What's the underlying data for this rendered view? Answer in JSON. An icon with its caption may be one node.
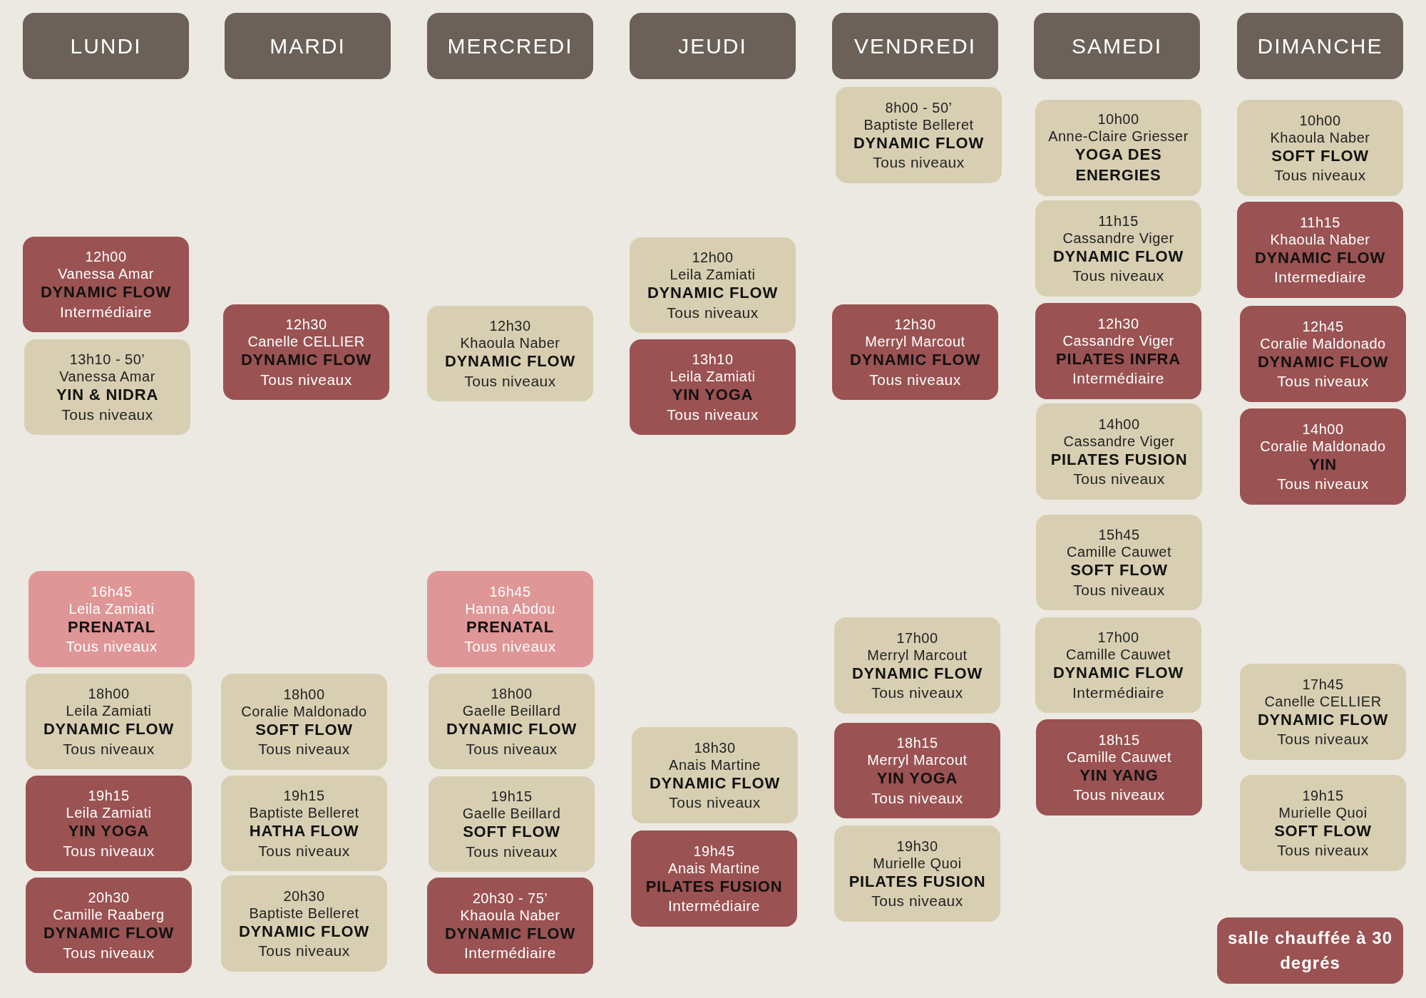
{
  "diagram": {
    "nodes": [
      {
        "text": [
          "LUNDI"
        ]
      },
      {
        "text": [
          "MARDI"
        ]
      },
      {
        "text": [
          "MERCREDI"
        ]
      },
      {
        "text": [
          "JEUDI"
        ]
      },
      {
        "text": [
          "VENDREDI"
        ]
      },
      {
        "text": [
          "SAMEDI"
        ]
      },
      {
        "text": [
          "DIMANCHE"
        ]
      },
      {
        "text": [
          "12h00",
          "Vanessa Amar",
          "DYNAMIC FLOW",
          "Intermédiaire"
        ]
      },
      {
        "text": [
          "13h10 - 50’",
          "Vanessa Amar",
          "YIN & NIDRA",
          "Tous niveaux"
        ]
      },
      {
        "text": [
          "16h45",
          "Leila Zamiati",
          "PRENATAL",
          "Tous niveaux"
        ]
      },
      {
        "text": [
          "18h00",
          "Leila Zamiati",
          "DYNAMIC FLOW",
          "Tous niveaux"
        ]
      },
      {
        "text": [
          "19h15",
          "Leila Zamiati",
          "YIN YOGA",
          "Tous niveaux"
        ]
      },
      {
        "text": [
          "20h30",
          "Camille Raaberg",
          "DYNAMIC FLOW",
          "Tous niveaux"
        ]
      },
      {
        "text": [
          "12h30",
          "Canelle CELLIER",
          "DYNAMIC FLOW",
          "Tous niveaux"
        ]
      },
      {
        "text": [
          "18h00",
          "Coralie Maldonado",
          "SOFT FLOW",
          "Tous niveaux"
        ]
      },
      {
        "text": [
          "19h15",
          "Baptiste Belleret",
          "HATHA  FLOW",
          "Tous niveaux"
        ]
      },
      {
        "text": [
          "20h30",
          "Baptiste Belleret",
          "DYNAMIC FLOW",
          "Tous niveaux"
        ]
      },
      {
        "text": [
          "12h30",
          "Khaoula Naber",
          "DYNAMIC FLOW",
          "Tous niveaux"
        ]
      },
      {
        "text": [
          "16h45",
          "Hanna Abdou",
          "PRENATAL",
          "Tous niveaux"
        ]
      },
      {
        "text": [
          "18h00",
          "Gaelle Beillard",
          "DYNAMIC FLOW",
          "Tous niveaux"
        ]
      },
      {
        "text": [
          "19h15",
          "Gaelle Beillard",
          "SOFT FLOW",
          "Tous niveaux"
        ]
      },
      {
        "text": [
          "20h30 - 75’",
          "Khaoula Naber",
          "DYNAMIC FLOW",
          "Intermédiaire"
        ]
      },
      {
        "text": [
          "12h00",
          "Leila Zamiati",
          "DYNAMIC FLOW",
          "Tous niveaux"
        ]
      },
      {
        "text": [
          "13h10",
          "Leila Zamiati",
          "YIN YOGA",
          "Tous niveaux"
        ]
      },
      {
        "text": [
          "18h30",
          "Anais Martine",
          "DYNAMIC FLOW",
          "Tous niveaux"
        ]
      },
      {
        "text": [
          "19h45",
          "Anais Martine",
          "PILATES FUSION",
          "Intermédiaire"
        ]
      },
      {
        "text": [
          "8h00 - 50’",
          "Baptiste Belleret",
          "DYNAMIC FLOW",
          "Tous niveaux"
        ]
      },
      {
        "text": [
          "12h30",
          "Merryl Marcout",
          "DYNAMIC FLOW",
          "Tous niveaux"
        ]
      },
      {
        "text": [
          "17h00",
          "Merryl Marcout",
          "DYNAMIC FLOW",
          "Tous niveaux"
        ]
      },
      {
        "text": [
          "18h15",
          "Merryl Marcout",
          "YIN YOGA",
          "Tous niveaux"
        ]
      },
      {
        "text": [
          "19h30",
          "Murielle Quoi",
          "PILATES FUSION",
          "Tous niveaux"
        ]
      },
      {
        "text": [
          "10h00",
          "Anne-Claire Griesser",
          "YOGA DES ENERGIES"
        ]
      },
      {
        "text": [
          "11h15",
          "Cassandre Viger",
          "DYNAMIC FLOW",
          "Tous niveaux"
        ]
      },
      {
        "text": [
          "12h30",
          "Cassandre Viger",
          "PILATES INFRA",
          "Intermédiaire"
        ]
      },
      {
        "text": [
          "14h00",
          "Cassandre Viger",
          "PILATES FUSION",
          "Tous niveaux"
        ]
      },
      {
        "text": [
          "15h45",
          "Camille Cauwet",
          "SOFT FLOW",
          "Tous niveaux"
        ]
      },
      {
        "text": [
          "17h00",
          "Camille Cauwet",
          "DYNAMIC FLOW",
          "Intermédiaire"
        ]
      },
      {
        "text": [
          "18h15",
          "Camille Cauwet",
          "YIN YANG",
          "Tous niveaux"
        ]
      },
      {
        "text": [
          "10h00",
          "Khaoula Naber",
          "SOFT FLOW",
          "Tous niveaux"
        ]
      },
      {
        "text": [
          "11h15",
          "Khaoula Naber",
          "DYNAMIC FLOW",
          "Intermediaire"
        ]
      },
      {
        "text": [
          "12h45",
          "Coralie Maldonado",
          "DYNAMIC FLOW",
          "Tous niveaux"
        ]
      },
      {
        "text": [
          "14h00",
          "Coralie Maldonado",
          "YIN",
          "Tous niveaux"
        ]
      },
      {
        "text": [
          "17h45",
          "Canelle CELLIER",
          "DYNAMIC FLOW",
          "Tous niveaux"
        ]
      },
      {
        "text": [
          "19h15",
          "Murielle Quoi",
          "SOFT FLOW",
          "Tous niveaux"
        ]
      },
      {
        "text": [
          "salle chauffée à 30 degrés"
        ]
      }
    ]
  }
}
